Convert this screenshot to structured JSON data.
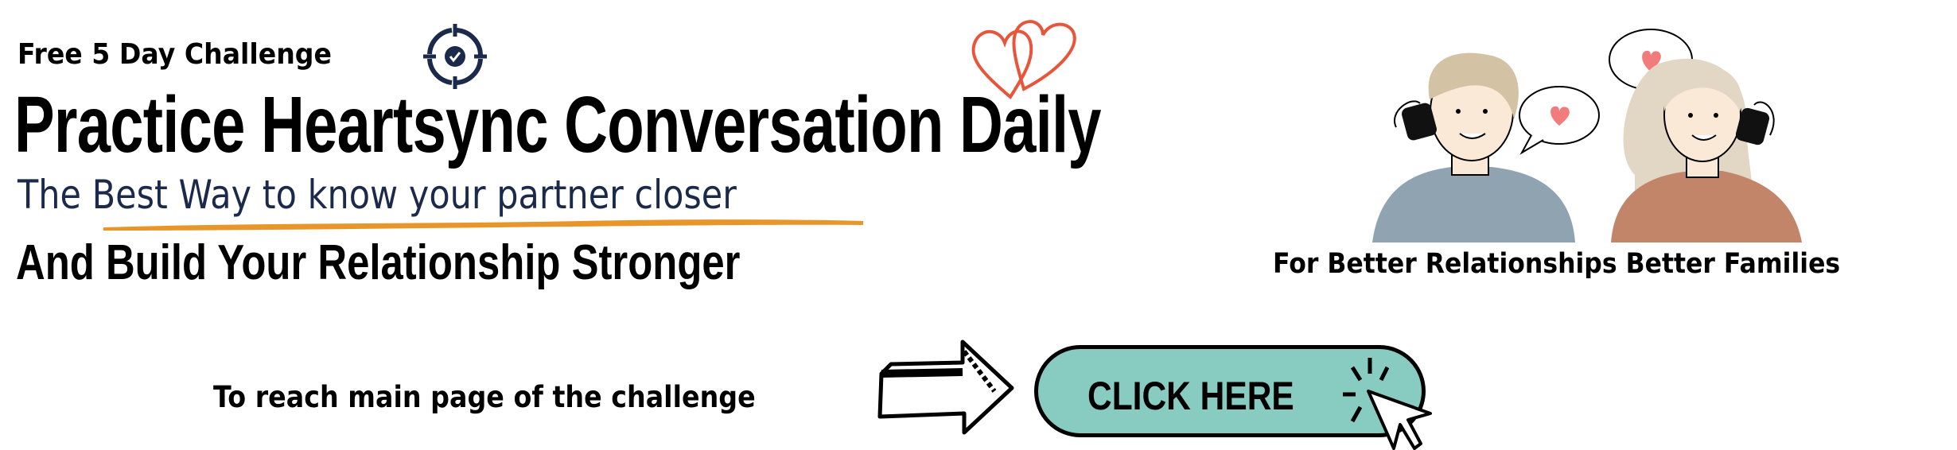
{
  "header": {
    "kicker": "Free 5 Day Challenge",
    "title": "Practice Heartsync Conversation Daily",
    "subtitle": "The Best Way to know your partner closer",
    "subtitle2": "And Build Your Relationship Stronger"
  },
  "illustration": {
    "tagline": "For Better Relationships Better Families"
  },
  "cta": {
    "lead_text": "To reach main page of the challenge",
    "button_label": "CLICK HERE"
  },
  "colors": {
    "navy": "#1b2a4a",
    "accent_orange": "#e8962a",
    "heart_red": "#e8553a",
    "button_teal": "#88cbc0"
  }
}
